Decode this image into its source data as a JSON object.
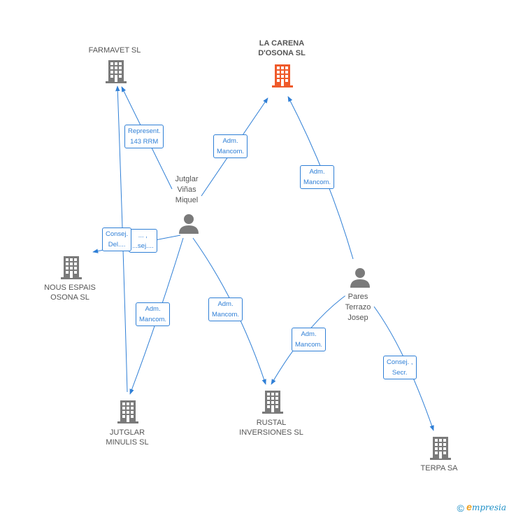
{
  "nodes": {
    "farmavet": {
      "label": "FARMAVET SL"
    },
    "la_carena": {
      "label_line1": "LA CARENA",
      "label_line2": "D'OSONA SL"
    },
    "nous_espais": {
      "label_line1": "NOUS ESPAIS",
      "label_line2": "OSONA SL"
    },
    "jutglar_minulis": {
      "label_line1": "JUTGLAR",
      "label_line2": "MINULIS  SL"
    },
    "rustal": {
      "label_line1": "RUSTAL",
      "label_line2": "INVERSIONES SL"
    },
    "terpa": {
      "label": "TERPA SA"
    },
    "jutglar_person": {
      "label_line1": "Jutglar",
      "label_line2": "Viñas",
      "label_line3": "Miquel"
    },
    "pares_person": {
      "label_line1": "Pares",
      "label_line2": "Terrazo",
      "label_line3": "Josep"
    }
  },
  "edge_labels": {
    "represent": {
      "line1": "Represent.",
      "line2": "143 RRM"
    },
    "adm_carena_jutglar": {
      "line1": "Adm.",
      "line2": "Mancom."
    },
    "adm_carena_pares": {
      "line1": "Adm.",
      "line2": "Mancom."
    },
    "consej_hidden": {
      "line1": "... ,",
      "line2": "...sej...."
    },
    "consej_del": {
      "line1": "Consej.",
      "line2": "Del...."
    },
    "adm_minulis": {
      "line1": "Adm.",
      "line2": "Mancom."
    },
    "adm_rustal_jutglar": {
      "line1": "Adm.",
      "line2": "Mancom."
    },
    "adm_rustal_pares": {
      "line1": "Adm.",
      "line2": "Mancom."
    },
    "consej_secr": {
      "line1": "Consej. ,",
      "line2": "Secr."
    }
  },
  "colors": {
    "edge": "#2f7fd6",
    "building": "#7a7a7a",
    "building_highlight": "#ef5a2a",
    "person": "#7a7a7a"
  },
  "footer": {
    "copyright": "©",
    "brand_initial": "e",
    "brand_rest": "mpresia"
  }
}
